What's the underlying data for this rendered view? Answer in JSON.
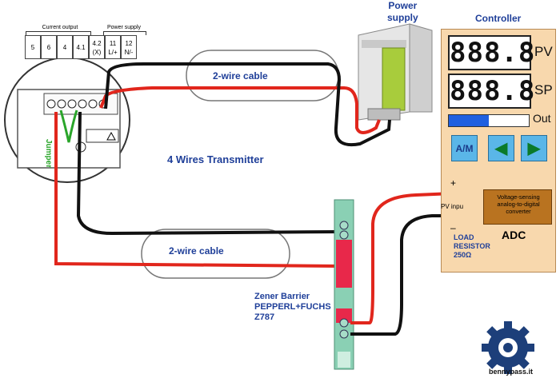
{
  "terminal_block": {
    "group_current_output": "Current output",
    "group_power_supply": "Power supply",
    "terminals": [
      "5",
      "6",
      "4",
      "4.1",
      "4.2\n(X)",
      "11\nL/+",
      "12\nN/-"
    ]
  },
  "transmitter": {
    "title": "4 Wires Transmitter",
    "jumper_label": "Jumper"
  },
  "cables": {
    "upper": "2-wire cable",
    "lower": "2-wire cable"
  },
  "power_supply": {
    "label": "Power\nsupply"
  },
  "controller": {
    "title": "Controller",
    "pv_display": "888.8",
    "pv_label": "PV",
    "sp_display": "888.8",
    "sp_label": "SP",
    "out_label": "Out",
    "out_level": 0.5,
    "auto_manual_button": "A/M",
    "plus_sign": "+",
    "minus_sign": "–",
    "pv_input_label": "PV inpu",
    "adc_box_text": "Voltage-sensing analog-to-digital converter",
    "adc_label": "ADC",
    "load_resistor_label": "LOAD\nRESISTOR\n250Ω"
  },
  "zener_barrier": {
    "label": "Zener Barrier\nPEPPERL+FUCHS\nZ787"
  },
  "watermark": "bennypass.it",
  "colors": {
    "wire_red": "#e1261c",
    "wire_black": "#111111",
    "label_blue": "#1f3f99",
    "controller_bg": "#f8d8ad",
    "barrier_green": "#8ad0b4",
    "barrier_red": "#e8284a"
  }
}
